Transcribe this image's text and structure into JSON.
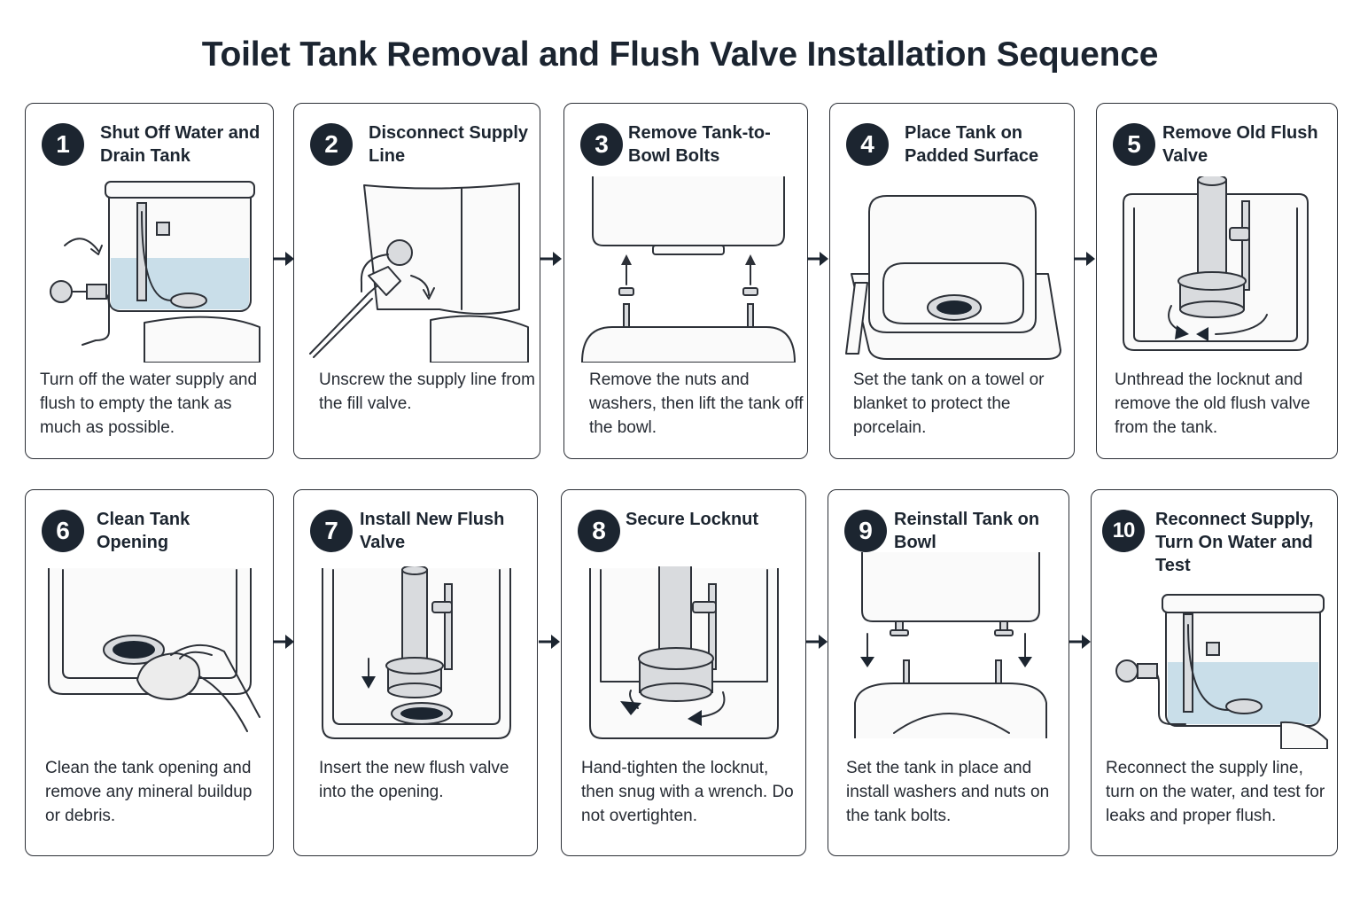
{
  "title": "Toilet Tank Removal and Flush Valve Installation Sequence",
  "steps": [
    {
      "number": "1",
      "title": "Shut Off Water and Drain Tank",
      "description": "Turn off the water supply and flush to empty the tank as much as possible."
    },
    {
      "number": "2",
      "title": "Disconnect Supply Line",
      "description": "Unscrew the supply line from the fill valve."
    },
    {
      "number": "3",
      "title": "Remove Tank-to-Bowl Bolts",
      "description": "Remove the nuts and washers, then lift the tank off the bowl."
    },
    {
      "number": "4",
      "title": "Place Tank on Padded Surface",
      "description": "Set the tank on a towel or blanket to protect the porcelain."
    },
    {
      "number": "5",
      "title": "Remove Old Flush Valve",
      "description": "Unthread the locknut and remove the old flush valve from the tank."
    },
    {
      "number": "6",
      "title": "Clean Tank Opening",
      "description": "Clean the tank opening and remove any mineral buildup or debris."
    },
    {
      "number": "7",
      "title": "Install New Flush Valve",
      "description": "Insert the new flush valve into the opening."
    },
    {
      "number": "8",
      "title": "Secure Locknut",
      "description": "Hand-tighten the locknut, then snug with a wrench. Do not overtighten."
    },
    {
      "number": "9",
      "title": "Reinstall Tank on Bowl",
      "description": "Set the tank in place and install washers and nuts on the tank bolts."
    },
    {
      "number": "10",
      "title": "Reconnect Supply, Turn On Water and Test",
      "description": "Reconnect the supply line, turn on the water, and test for leaks and proper flush."
    }
  ],
  "icons": {
    "flow_arrow": "arrow-right-icon"
  },
  "colors": {
    "badge": "#1c2530",
    "water": "#c9dee9",
    "metal": "#d9dbde"
  }
}
